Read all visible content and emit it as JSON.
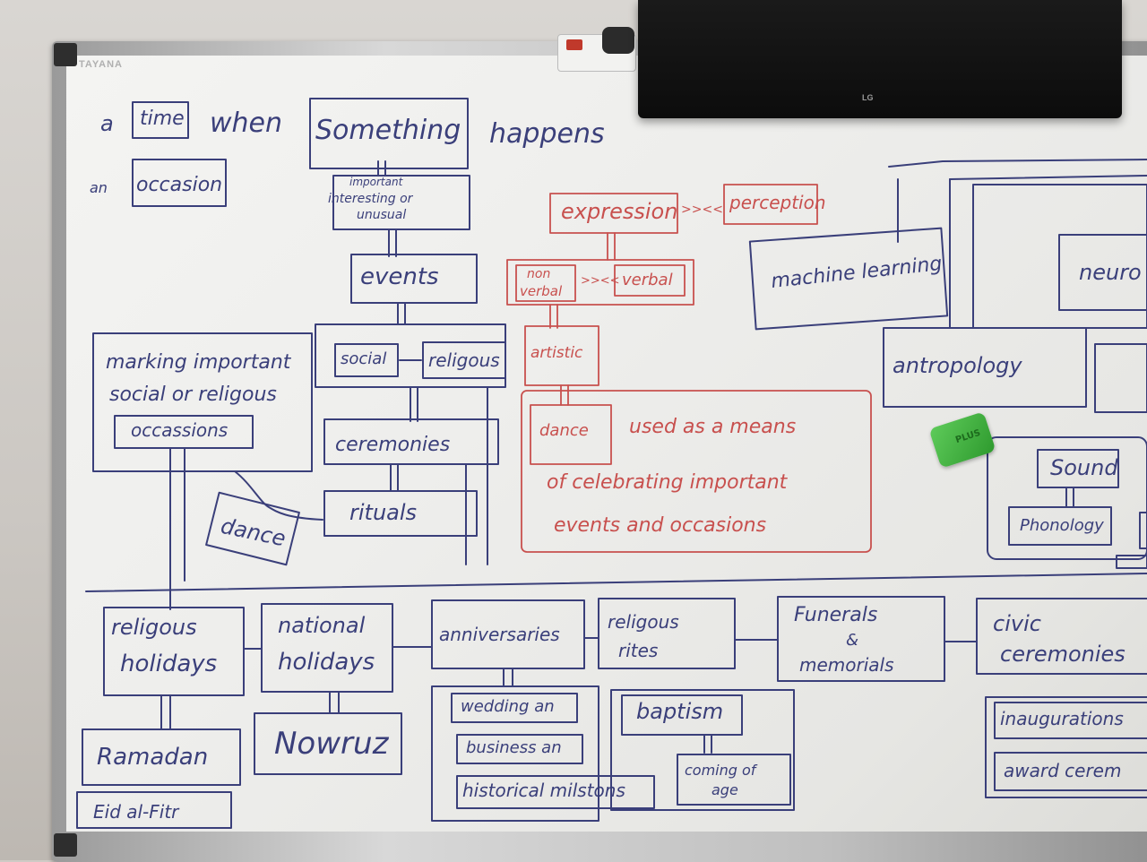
{
  "board": {
    "brand": "TAYANA",
    "tv_brand": "LG",
    "eraser_mark": "PLUS"
  },
  "notes": {
    "a": "a",
    "time": "time",
    "when": "when",
    "something": "Something",
    "happens": "happens",
    "an": "an",
    "occasion": "occasion",
    "important_1": "important",
    "important_2": "interesting  or",
    "important_3": "unusual",
    "events": "events",
    "social": "social",
    "religious": "religous",
    "ceremonies": "ceremonies",
    "rituals": "rituals",
    "dance_left": "dance",
    "marking_1": "marking      important",
    "marking_2": "social  or  religous",
    "marking_3": "occassions",
    "expression": "expression",
    "perception": "perception",
    "sym1": ">><<",
    "non_verbal_1": "non",
    "non_verbal_2": "verbal",
    "sym2": ">><<",
    "verbal": "verbal",
    "artistic": "artistic",
    "dance_red": "dance",
    "red_sentence_1": "used  as  a  means",
    "red_sentence_2": "of  celebrating  important",
    "red_sentence_3": "events  and  occasions",
    "machine_learning": "machine learning",
    "neuro": "neuro",
    "anthropology": "antropology",
    "sound": "Sound",
    "phonology": "Phonology",
    "religious_holidays_1": "religous",
    "religious_holidays_2": "holidays",
    "national_holidays_1": "national",
    "national_holidays_2": "holidays",
    "anniversaries": "anniversaries",
    "religious_rites_1": "religous",
    "religious_rites_2": "rites",
    "funerals_1": "Funerals",
    "funerals_2": "&",
    "funerals_3": "memorials",
    "civic_1": "civic",
    "civic_2": "ceremonies",
    "ramadan": "Ramadan",
    "eid": "Eid  al-Fitr",
    "nowruz": "Nowruz",
    "wedding": "wedding an",
    "business": "business  an",
    "historical": "historical milstons",
    "baptism": "baptism",
    "coming_1": "coming of",
    "coming_2": "age",
    "inaugurations": "inaugurations",
    "award": "award cerem"
  },
  "colors": {
    "marker_blue": "#3a3f7a",
    "marker_red": "#c8504e",
    "eraser": "#3fb23f"
  }
}
